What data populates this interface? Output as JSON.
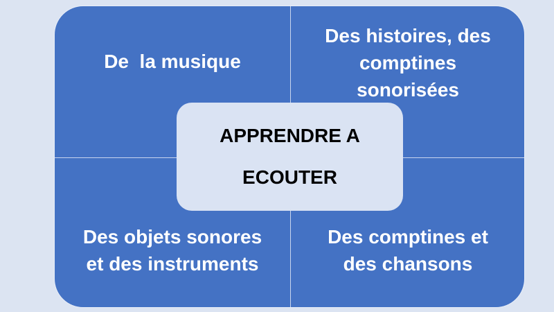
{
  "colors": {
    "background": "#dce4f2",
    "quadrant": "#4472c4",
    "center": "#dae3f3"
  },
  "center": {
    "lines": [
      "APPRENDRE A",
      "ECOUTER"
    ]
  },
  "quadrants": {
    "top_left": {
      "lines": [
        "De  la musique"
      ]
    },
    "top_right": {
      "lines": [
        "Des histoires, des",
        "comptines",
        "sonorisées"
      ]
    },
    "bottom_left": {
      "lines": [
        "Des objets sonores",
        "et des instruments"
      ]
    },
    "bottom_right": {
      "lines": [
        "Des comptines et",
        "des chansons"
      ]
    }
  }
}
